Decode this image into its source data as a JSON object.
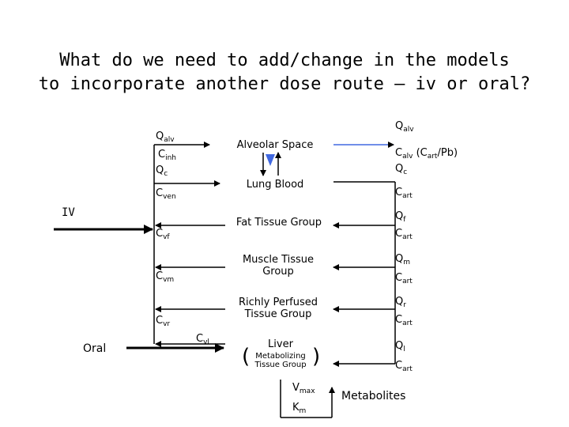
{
  "title": {
    "line1": "What do we need to add/change in the models",
    "line2": "to incorporate another dose route – iv or oral?"
  },
  "compartments": {
    "alveolar": "Alveolar Space",
    "lung_blood": "Lung Blood",
    "fat": "Fat Tissue Group",
    "muscle_line1": "Muscle Tissue",
    "muscle_line2": "Group",
    "richly_line1": "Richly Perfused",
    "richly_line2": "Tissue Group",
    "liver": "Liver",
    "liver_sub1": "Metabolizing",
    "liver_sub2": "Tissue Group"
  },
  "left_labels": {
    "q_alv_main": "Q",
    "q_alv_sub": "alv",
    "c_inh_main": "C",
    "c_inh_sub": "inh",
    "q_c_main": "Q",
    "q_c_sub": "c",
    "c_ven_main": "C",
    "c_ven_sub": "ven",
    "c_vf_main": "C",
    "c_vf_sub": "vf",
    "c_vm_main": "C",
    "c_vm_sub": "vm",
    "c_vr_main": "C",
    "c_vr_sub": "vr",
    "c_vl_main": "C",
    "c_vl_sub": "vl"
  },
  "right_labels": {
    "q_alv_main": "Q",
    "q_alv_sub": "alv",
    "c_alv_main": "C",
    "c_alv_sub": "alv",
    "c_alv_paren_open": "(C",
    "c_alv_paren_sub": "art",
    "c_alv_paren_close": "/Pb)",
    "q_c_main": "Q",
    "q_c_sub": "c",
    "c_art1_main": "C",
    "c_art1_sub": "art",
    "q_f_main": "Q",
    "q_f_sub": "f",
    "c_art2_main": "C",
    "c_art2_sub": "art",
    "q_m_main": "Q",
    "q_m_sub": "m",
    "c_art3_main": "C",
    "c_art3_sub": "art",
    "q_r_main": "Q",
    "q_r_sub": "r",
    "c_art4_main": "C",
    "c_art4_sub": "art",
    "q_l_main": "Q",
    "q_l_sub": "l",
    "c_art5_main": "C",
    "c_art5_sub": "art"
  },
  "routes": {
    "iv": "IV",
    "oral": "Oral"
  },
  "metabolism": {
    "vmax_main": "V",
    "vmax_sub": "max",
    "km_main": "K",
    "km_sub": "m",
    "metabolites": "Metabolites"
  },
  "colors": {
    "arrow_fill": "#4169e1",
    "line": "#000000"
  }
}
